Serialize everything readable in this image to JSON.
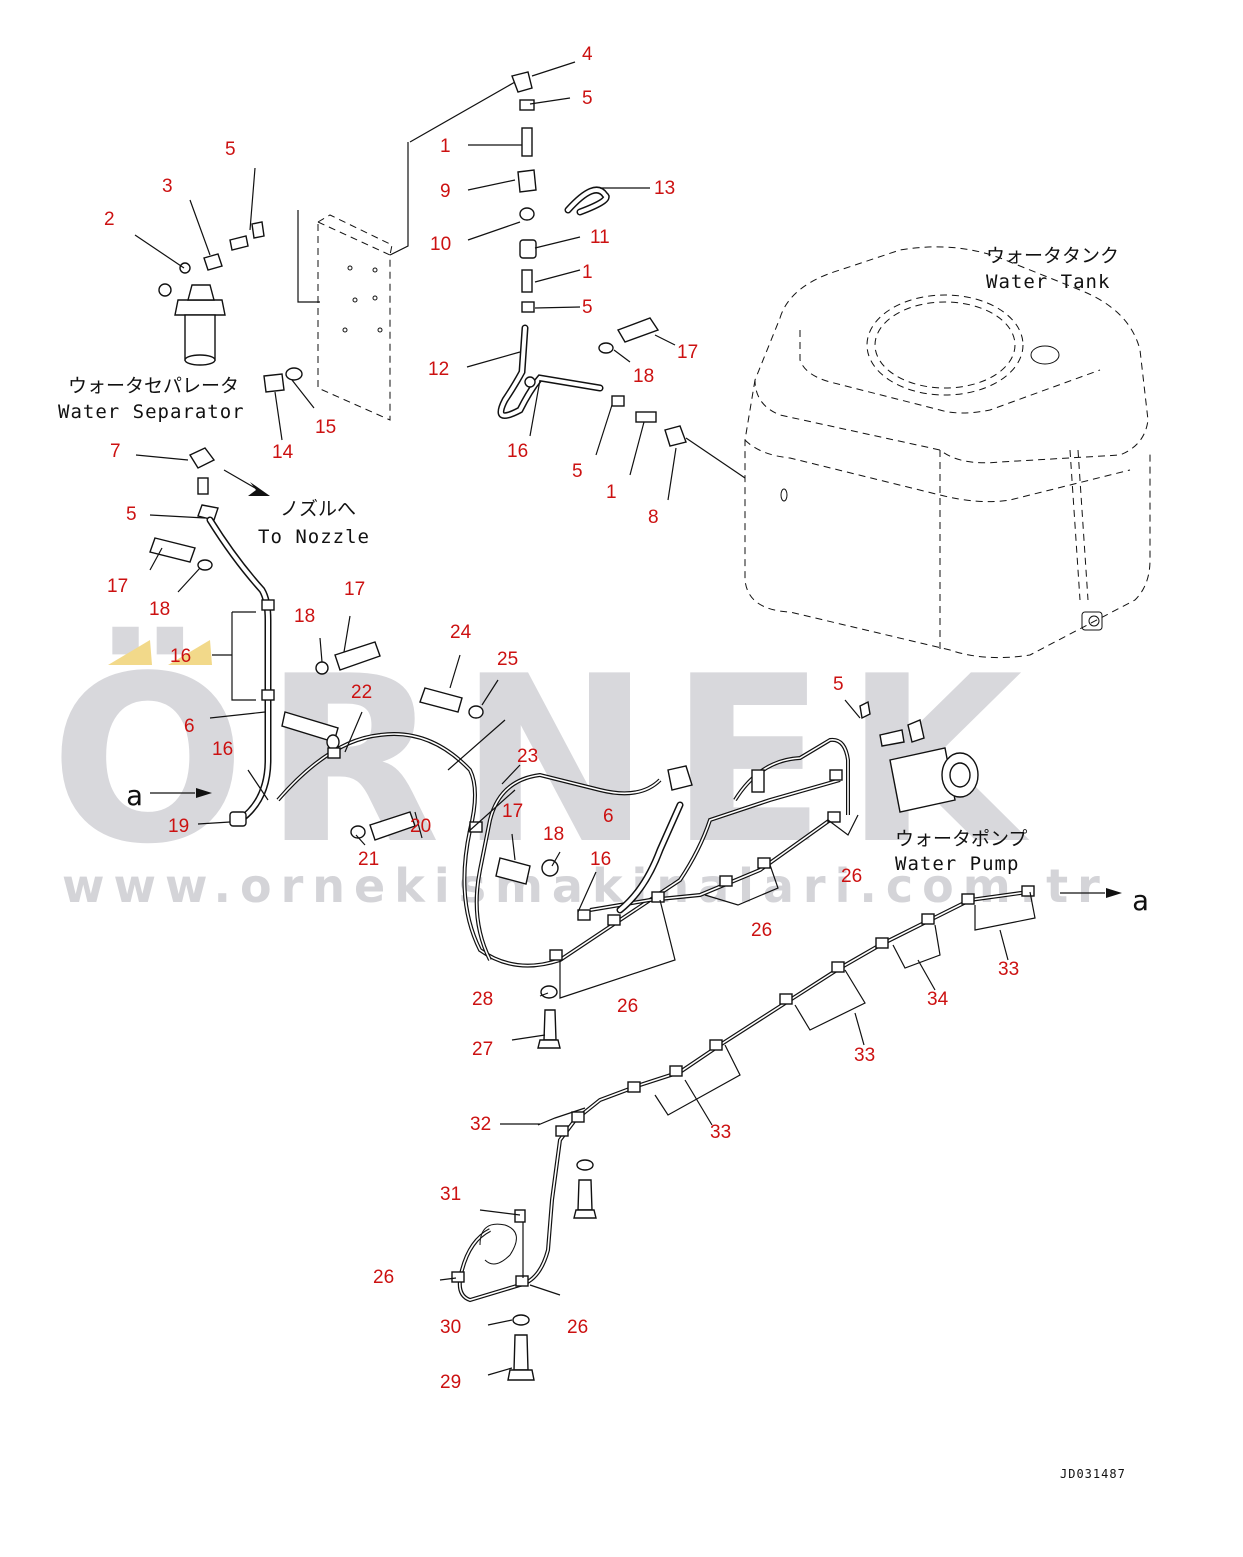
{
  "watermark": {
    "brand": "ÖRNEK",
    "url": "www.ornekismakinalari.com.tr"
  },
  "captions": {
    "water_separator_jp": "ウォータセパレータ",
    "water_separator_en": "Water Separator",
    "water_tank_jp": "ウォータタンク",
    "water_tank_en": "Water Tank",
    "to_nozzle_jp": "ノズルへ",
    "to_nozzle_en": "To Nozzle",
    "water_pump_jp": "ウォータポンプ",
    "water_pump_en": "Water Pump",
    "connector_left": "a",
    "connector_right": "a"
  },
  "drawing_code": "JD031487",
  "part_labels": [
    "4",
    "5",
    "1",
    "9",
    "13",
    "10",
    "11",
    "1",
    "5",
    "12",
    "17",
    "18",
    "16",
    "5",
    "1",
    "8",
    "5",
    "3",
    "2",
    "14",
    "15",
    "7",
    "5",
    "17",
    "18",
    "16",
    "6",
    "16",
    "19",
    "17",
    "18",
    "22",
    "24",
    "25",
    "21",
    "20",
    "23",
    "17",
    "18",
    "16",
    "6",
    "5",
    "26",
    "26",
    "26",
    "28",
    "27",
    "33",
    "34",
    "33",
    "33",
    "32",
    "31",
    "26",
    "30",
    "26",
    "29"
  ],
  "colors": {
    "label": "#cc1111",
    "line": "#111111",
    "watermark": "#d8d8dc",
    "watermark_accent": "#f2d98a"
  }
}
